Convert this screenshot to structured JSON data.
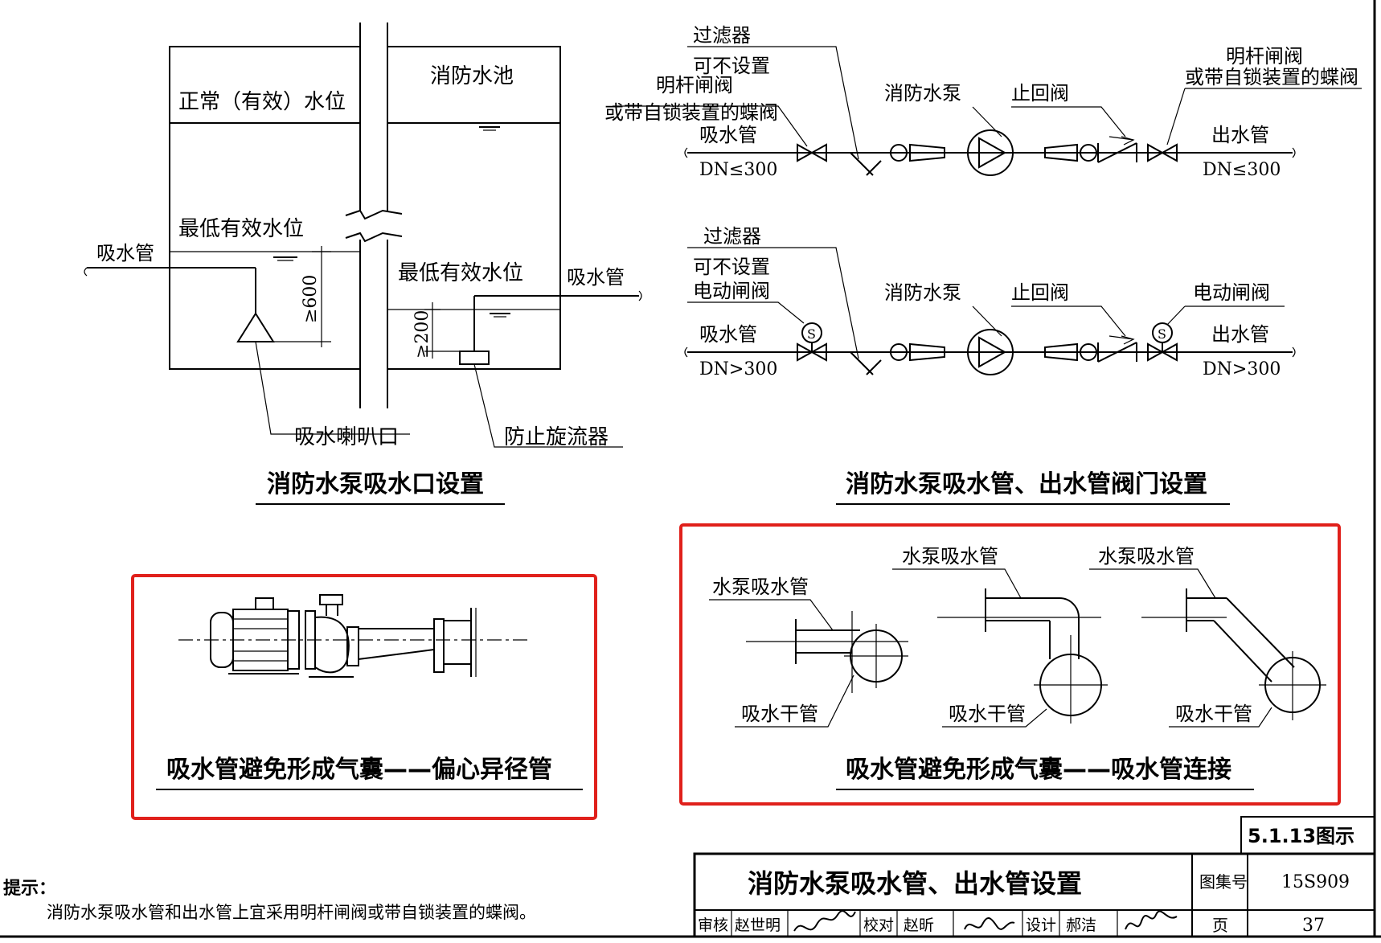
{
  "intake": {
    "normal_level": "正常（有效）水位",
    "pool": "消防水池",
    "min_level_left": "最低有效水位",
    "min_level_right": "最低有效水位",
    "suction_left": "吸水管",
    "suction_right": "吸水管",
    "dim_600": "≥600",
    "dim_200": "≥200",
    "bell_mouth": "吸水喇叭口",
    "vortex": "防止旋流器",
    "caption": "消防水泵吸水口设置"
  },
  "valves": {
    "top": {
      "filter": "过滤器",
      "optional": "可不设置",
      "valve_in_1": "明杆闸阀",
      "valve_in_2": "或带自锁装置的蝶阀",
      "suction": "吸水管",
      "dn_in": "DN≤300",
      "pump": "消防水泵",
      "check": "止回阀",
      "valve_out_1": "明杆闸阀",
      "valve_out_2": "或带自锁装置的蝶阀",
      "outlet": "出水管",
      "dn_out": "DN≤300"
    },
    "bottom": {
      "filter": "过滤器",
      "optional": "可不设置",
      "valve_in": "电动闸阀",
      "suction": "吸水管",
      "dn_in": "DN>300",
      "pump": "消防水泵",
      "check": "止回阀",
      "valve_out": "电动闸阀",
      "outlet": "出水管",
      "dn_out": "DN>300",
      "motor_symbol": "S"
    },
    "caption": "消防水泵吸水管、出水管阀门设置"
  },
  "eccentric": {
    "caption": "吸水管避免形成气囊——偏心异径管"
  },
  "connection": {
    "pump_suction_1": "水泵吸水管",
    "pump_suction_2": "水泵吸水管",
    "pump_suction_3": "水泵吸水管",
    "main_1": "吸水干管",
    "main_2": "吸水干管",
    "main_3": "吸水干管",
    "caption": "吸水管避免形成气囊——吸水管连接"
  },
  "note": {
    "title": "提示：",
    "text": "消防水泵吸水管和出水管上宜采用明杆闸阀或带自锁装置的蝶阀。"
  },
  "title_block": {
    "ref": "5.1.13图示",
    "title": "消防水泵吸水管、出水管设置",
    "atlas_label": "图集号",
    "atlas_no": "15S909",
    "page_label": "页",
    "page_no": "37",
    "review_label": "审核",
    "reviewer": "赵世明",
    "check_label": "校对",
    "checker": "赵昕",
    "design_label": "设计",
    "designer": "郝洁"
  },
  "colors": {
    "highlight": "#e0201b",
    "line": "#000000"
  }
}
